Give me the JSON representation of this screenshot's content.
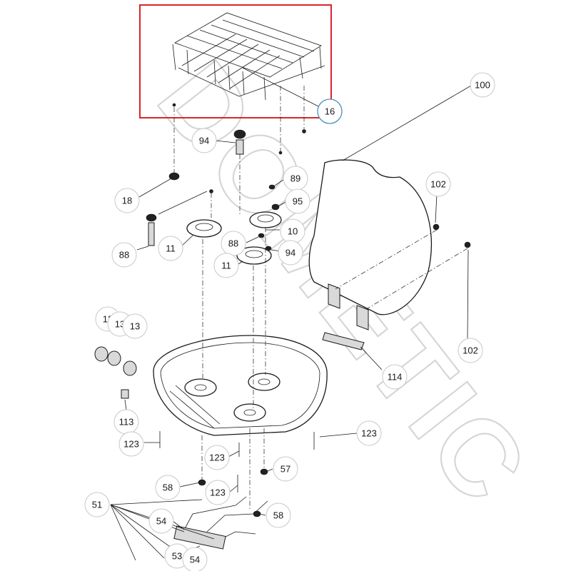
{
  "watermark": "DOMETIC",
  "highlight_color": "#d9262b",
  "highlight_callout_color": "#4a90b8",
  "callouts": {
    "c16": "16",
    "c100": "100",
    "c94a": "94",
    "c89": "89",
    "c102a": "102",
    "c18": "18",
    "c95": "95",
    "c10": "10",
    "c88a": "88",
    "c11a": "11",
    "c88b": "88",
    "c94b": "94",
    "c11b": "11",
    "c13a": "13",
    "c13b": "13",
    "c13c": "13",
    "c102b": "102",
    "c114": "114",
    "c113": "113",
    "c123a": "123",
    "c123b": "123",
    "c123c": "123",
    "c57": "57",
    "c58a": "58",
    "c123d": "123",
    "c51": "51",
    "c54a": "54",
    "c58b": "58",
    "c53": "53",
    "c54b": "54"
  }
}
